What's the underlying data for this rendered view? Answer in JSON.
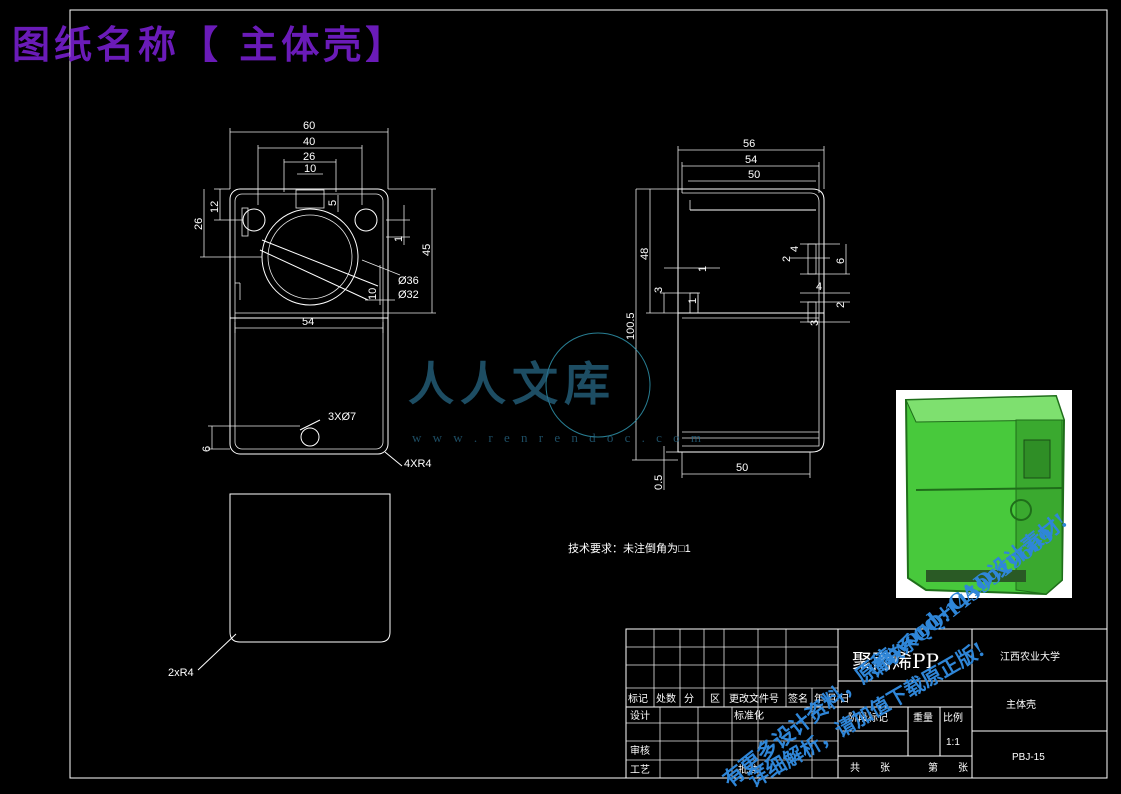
{
  "title": "图纸名称【 主体壳】",
  "colors": {
    "title": "#6a1bb8",
    "logo": "#35a8c4",
    "watermark": "#2f86d8",
    "model": "#36c22e"
  },
  "front_view": {
    "dims": {
      "w60": "60",
      "w40": "40",
      "w26": "26",
      "w10": "10",
      "h12": "12",
      "h26": "26",
      "h5": "5",
      "h1": "1",
      "h45": "45",
      "w54": "54",
      "d36": "Ø36",
      "d32": "Ø32",
      "h10": "10",
      "holes": "3XØ7",
      "h6": "6",
      "radius": "4XR4"
    }
  },
  "side_view": {
    "dims": {
      "w56": "56",
      "w54": "54",
      "w50": "50",
      "h48": "48",
      "h1005": "100.5",
      "h3": "3",
      "h1a": "1",
      "h1b": "1",
      "h4a": "4",
      "h2a": "2",
      "h6": "6",
      "h4b": "4",
      "h2b": "2",
      "h3b": "3",
      "h05": "0.5",
      "w50b": "50"
    }
  },
  "bottom_view": {
    "radius": "2xR4"
  },
  "tech_note": "技术要求：未注倒角为□1",
  "logo": {
    "name": "人人文库",
    "url": "w w w . r e n r e n d o c . c o m"
  },
  "watermark": {
    "line1": "有更多设计资料，原稿word+CAD设计素材!",
    "line2": "请联系QQ:1459919609",
    "line3": "详细解析，请加值下载原正版!"
  },
  "title_block": {
    "material": "聚丙烯PP",
    "school": "江西农业大学",
    "part_name": "主体壳",
    "drawing_no": "PBJ-15",
    "row_headers": [
      "标记",
      "处数",
      "分",
      "区",
      "更改文件号",
      "签名",
      "年 月 日"
    ],
    "design": "设计",
    "standard": "标准化",
    "review": "审核",
    "process": "工艺",
    "approve": "批准",
    "stage": "阶段标记",
    "weight": "重量",
    "scale_label": "比例",
    "scale": "1:1",
    "total": "共",
    "sheet_total": "张",
    "sheet_no": "第",
    "sheet": "张"
  }
}
